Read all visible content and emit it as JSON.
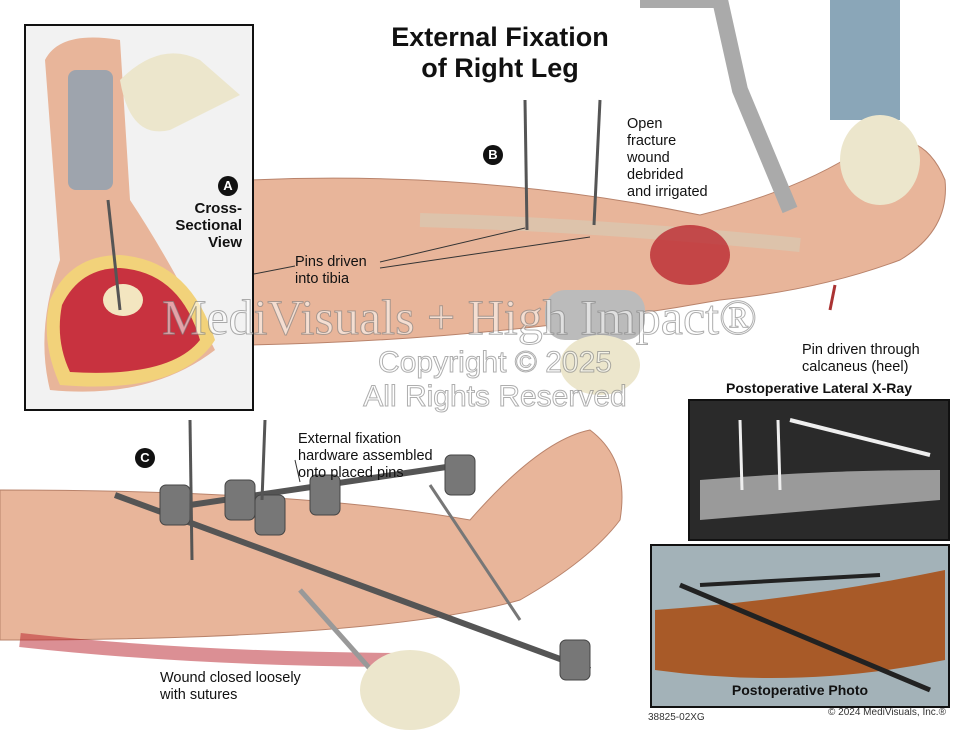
{
  "title": [
    "External Fixation",
    "of Right Leg"
  ],
  "panels": {
    "a": {
      "badge": "A",
      "label": [
        "Cross-",
        "Sectional",
        "View"
      ]
    },
    "b": {
      "badge": "B"
    },
    "c": {
      "badge": "C"
    }
  },
  "labels": {
    "pins_tibia": [
      "Pins driven",
      "into tibia"
    ],
    "wound": [
      "Open",
      "fracture",
      "wound",
      "debrided",
      "and irrigated"
    ],
    "calcaneus": [
      "Pin driven through",
      "calcaneus (heel)"
    ],
    "hardware": [
      "External fixation",
      "hardware assembled",
      "onto placed pins"
    ],
    "sutures": [
      "Wound closed loosely",
      "with sutures"
    ]
  },
  "xray": {
    "heading": "Postoperative Lateral X-Ray"
  },
  "photo": {
    "caption": "Postoperative Photo"
  },
  "watermark": {
    "line1": "MediVisuals + High Impact®",
    "line2": "Copyright © 2025",
    "line3": "All Rights Reserved"
  },
  "footer": {
    "code": "38825-02XG",
    "copyright": "© 2024 MediVisuals, Inc.®"
  },
  "colors": {
    "skin": "#e8b59a",
    "muscle": "#c8323f",
    "fat": "#f2d27a"
  }
}
